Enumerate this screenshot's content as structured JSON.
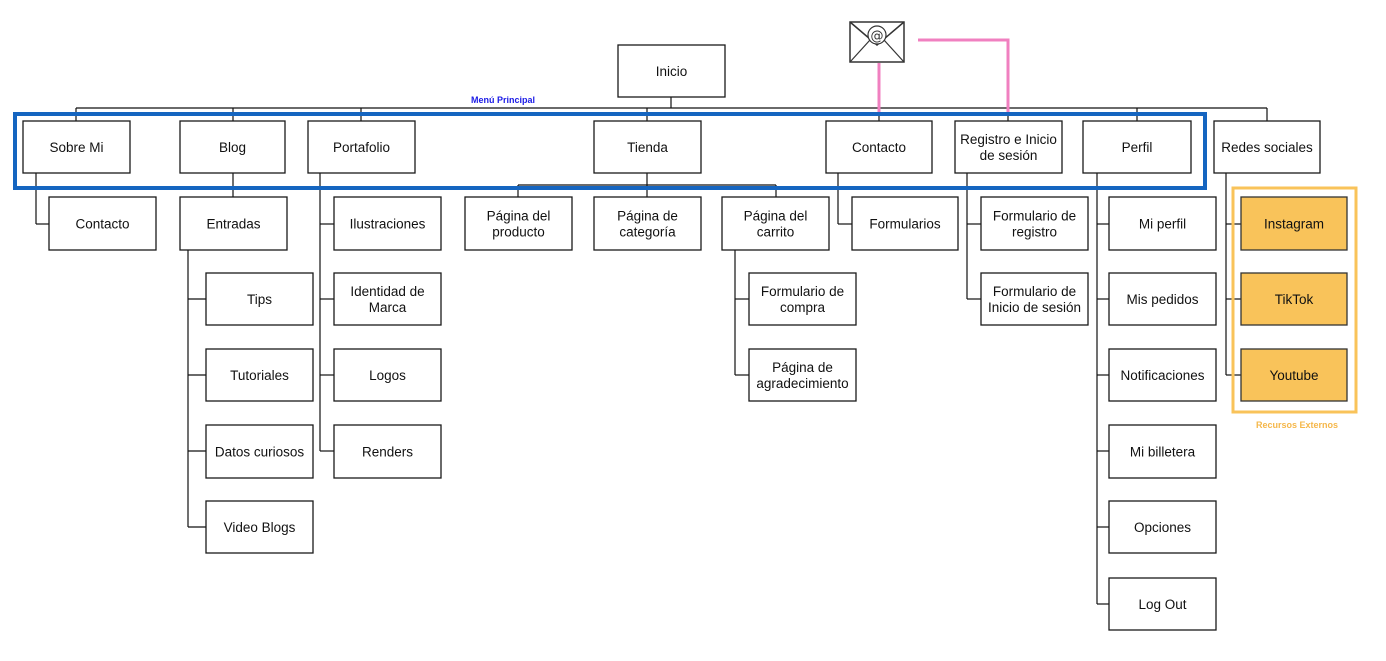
{
  "colors": {
    "menu_frame": "#1565c0",
    "menu_caption": "#1a1ae6",
    "external_frame": "#f9c35a",
    "external_fill": "#f9c35a",
    "external_caption": "#f5b74a",
    "email_connector": "#f080c0",
    "line": "#111111"
  },
  "captions": {
    "main_menu": "Menú Principal",
    "external": "Recursos Externos"
  },
  "icons": {
    "email": "envelope-at-icon"
  },
  "nodes": [
    {
      "id": "inicio",
      "lines": [
        "Inicio"
      ]
    },
    {
      "id": "sobre-mi",
      "lines": [
        "Sobre Mi"
      ]
    },
    {
      "id": "blog",
      "lines": [
        "Blog"
      ]
    },
    {
      "id": "portafolio",
      "lines": [
        "Portafolio"
      ]
    },
    {
      "id": "tienda",
      "lines": [
        "Tienda"
      ]
    },
    {
      "id": "contacto-menu",
      "lines": [
        "Contacto"
      ]
    },
    {
      "id": "registro",
      "lines": [
        "Registro e Inicio",
        "de sesión"
      ]
    },
    {
      "id": "perfil",
      "lines": [
        "Perfil"
      ]
    },
    {
      "id": "redes",
      "lines": [
        "Redes sociales"
      ]
    },
    {
      "id": "contacto-sub",
      "lines": [
        "Contacto"
      ]
    },
    {
      "id": "entradas",
      "lines": [
        "Entradas"
      ]
    },
    {
      "id": "tips",
      "lines": [
        "Tips"
      ]
    },
    {
      "id": "tutoriales",
      "lines": [
        "Tutoriales"
      ]
    },
    {
      "id": "datos",
      "lines": [
        "Datos curiosos"
      ]
    },
    {
      "id": "videoblogs",
      "lines": [
        "Video Blogs"
      ]
    },
    {
      "id": "ilustraciones",
      "lines": [
        "Ilustraciones"
      ]
    },
    {
      "id": "identidad",
      "lines": [
        "Identidad de",
        "Marca"
      ]
    },
    {
      "id": "logos",
      "lines": [
        "Logos"
      ]
    },
    {
      "id": "renders",
      "lines": [
        "Renders"
      ]
    },
    {
      "id": "producto",
      "lines": [
        "Página del",
        "producto"
      ]
    },
    {
      "id": "categoria",
      "lines": [
        "Página de",
        "categoría"
      ]
    },
    {
      "id": "carrito",
      "lines": [
        "Página del",
        "carrito"
      ]
    },
    {
      "id": "compra",
      "lines": [
        "Formulario de",
        "compra"
      ]
    },
    {
      "id": "agradecimiento",
      "lines": [
        "Página de",
        "agradecimiento"
      ]
    },
    {
      "id": "formularios",
      "lines": [
        "Formularios"
      ]
    },
    {
      "id": "form-registro",
      "lines": [
        "Formulario de",
        "registro"
      ]
    },
    {
      "id": "form-inicio",
      "lines": [
        "Formulario de",
        "Inicio de sesión"
      ]
    },
    {
      "id": "mi-perfil",
      "lines": [
        "Mi perfil"
      ]
    },
    {
      "id": "pedidos",
      "lines": [
        "Mis pedidos"
      ]
    },
    {
      "id": "notificaciones",
      "lines": [
        "Notificaciones"
      ]
    },
    {
      "id": "billetera",
      "lines": [
        "Mi billetera"
      ]
    },
    {
      "id": "opciones",
      "lines": [
        "Opciones"
      ]
    },
    {
      "id": "logout",
      "lines": [
        "Log Out"
      ]
    },
    {
      "id": "instagram",
      "lines": [
        "Instagram"
      ],
      "external": true
    },
    {
      "id": "tiktok",
      "lines": [
        "TikTok"
      ],
      "external": true
    },
    {
      "id": "youtube",
      "lines": [
        "Youtube"
      ],
      "external": true
    }
  ]
}
